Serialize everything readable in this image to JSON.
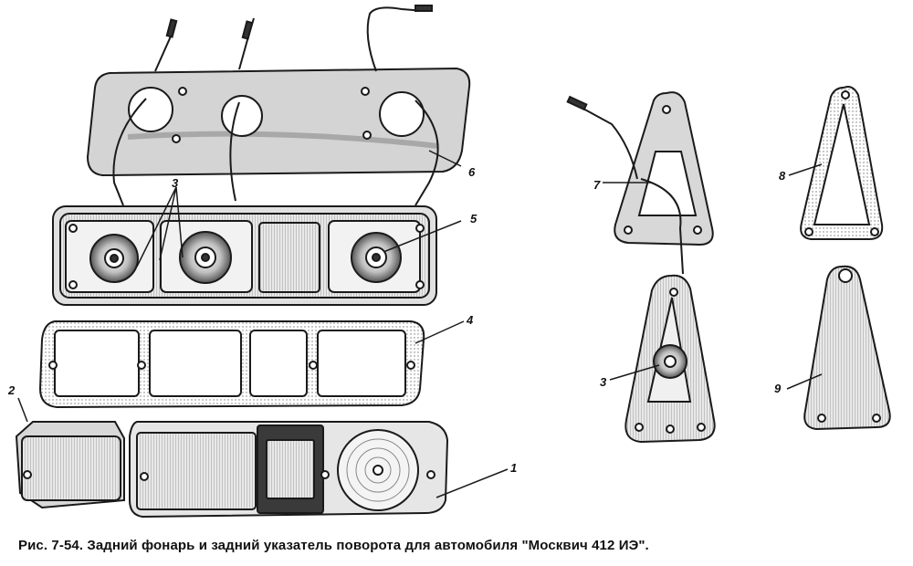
{
  "caption": "Рис. 7-54. Задний фонарь и задний указатель поворота для автомобиля \"Москвич 412 ИЭ\".",
  "callouts": {
    "c1": "1",
    "c2": "2",
    "c3a": "3",
    "c3b": "3",
    "c4": "4",
    "c5": "5",
    "c6": "6",
    "c7": "7",
    "c8": "8",
    "c9": "9"
  },
  "colors": {
    "ink": "#1a1a1a",
    "paper": "#ffffff",
    "shade": "#cfcfcf",
    "dark": "#3a3a3a"
  }
}
